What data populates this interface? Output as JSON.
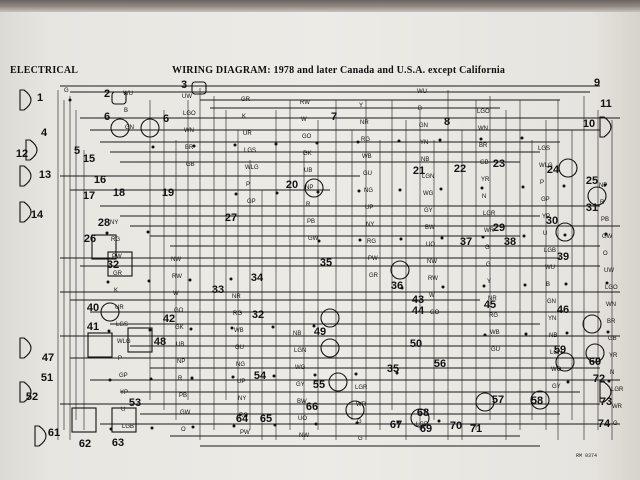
{
  "header": {
    "section": "ELECTRICAL",
    "title": "WIRING DIAGRAM: 1978 and later Canada and U.S.A. except California",
    "code": "RM 0374"
  },
  "component_numbers": [
    "1",
    "2",
    "3",
    "4",
    "5",
    "6",
    "6",
    "7",
    "8",
    "9",
    "10",
    "11",
    "12",
    "13",
    "14",
    "15",
    "16",
    "17",
    "18",
    "19",
    "20",
    "21",
    "22",
    "23",
    "24",
    "25",
    "26",
    "27",
    "28",
    "29",
    "30",
    "31",
    "32",
    "32",
    "33",
    "34",
    "35",
    "35",
    "36",
    "37",
    "38",
    "39",
    "40",
    "41",
    "42",
    "43",
    "44",
    "45",
    "46",
    "47",
    "48",
    "49",
    "50",
    "51",
    "52",
    "53",
    "54",
    "55",
    "56",
    "57",
    "58",
    "59",
    "60",
    "61",
    "62",
    "63",
    "64",
    "65",
    "66",
    "67",
    "68",
    "69",
    "70",
    "71",
    "72",
    "73",
    "74"
  ],
  "wire_codes": [
    "G",
    "GN",
    "GB",
    "GP",
    "GW",
    "GR",
    "GO",
    "GU",
    "GY",
    "G",
    "B",
    "BR",
    "P",
    "PB",
    "PW",
    "W",
    "WB",
    "WG",
    "WR",
    "WU",
    "WN",
    "WLG",
    "R",
    "RG",
    "RW",
    "RG",
    "LGN",
    "LGR",
    "LGB",
    "LGO",
    "LGS",
    "NP",
    "NY",
    "NW",
    "NR",
    "NB",
    "N",
    "U",
    "UW",
    "UR",
    "UB",
    "UP",
    "UO",
    "Y",
    "YN",
    "YR",
    "YP",
    "O",
    "K",
    "GK",
    "NG",
    "BW"
  ],
  "colors": {
    "ink": "#1a1a1a",
    "paper": "#e8e6e1"
  }
}
